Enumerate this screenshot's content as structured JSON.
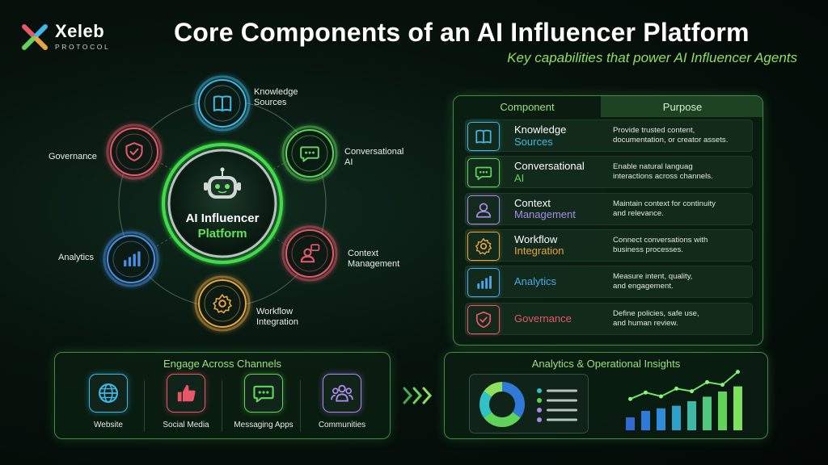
{
  "logo": {
    "name": "Xeleb",
    "sub": "PROTOCOL"
  },
  "header": {
    "title": "Core Components of an AI Influencer Platform",
    "subtitle": "Key capabilities that power AI Influencer Agents"
  },
  "hub": {
    "center_line1": "AI Influencer",
    "center_line2": "Platform",
    "nodes": [
      {
        "line1": "Knowledge",
        "line2": "Sources",
        "icon": "book-icon",
        "color": "#3fb8e8"
      },
      {
        "line1": "Conversational",
        "line2": "AI",
        "icon": "chat-icon",
        "color": "#5fd35a"
      },
      {
        "line1": "Context",
        "line2": "Management",
        "icon": "user-chat-icon",
        "color": "#e8566a"
      },
      {
        "line1": "Workflow",
        "line2": "Integration",
        "icon": "gear-icon",
        "color": "#e8a43f"
      },
      {
        "line1": "Analytics",
        "line2": "",
        "icon": "bar-chart-icon",
        "color": "#4a8ee8"
      },
      {
        "line1": "Governance",
        "line2": "",
        "icon": "shield-icon",
        "color": "#e8566a"
      }
    ]
  },
  "table": {
    "header_component": "Component",
    "header_purpose": "Purpose",
    "rows": [
      {
        "name1": "Knowledge",
        "name2": "Sources",
        "accent": "#3fb8e8",
        "purpose1": "Provide trusted content,",
        "purpose2": "documentation, or creator assets.",
        "icon": "book-icon"
      },
      {
        "name1": "Conversational",
        "name2": "AI",
        "accent": "#5fd35a",
        "purpose1": "Enable natural languag",
        "purpose2": "interactions across channels.",
        "icon": "chat-icon"
      },
      {
        "name1": "Context",
        "name2": "Management",
        "accent": "#a98ae8",
        "purpose1": "Maintain context for continuity",
        "purpose2": "and relevance.",
        "icon": "user-icon"
      },
      {
        "name1": "Workflow",
        "name2": "Integration",
        "accent": "#e8a43f",
        "purpose1": "Connect conversations with",
        "purpose2": "business processes.",
        "icon": "gear-icon"
      },
      {
        "name1": "",
        "name2": "Analytics",
        "accent": "#4aa8e8",
        "purpose1": "Measure intent, quality,",
        "purpose2": "and engagement.",
        "icon": "bar-chart-icon"
      },
      {
        "name1": "",
        "name2": "Governance",
        "accent": "#e8566a",
        "purpose1": "Define policies, safe use,",
        "purpose2": "and human review.",
        "icon": "shield-icon"
      }
    ]
  },
  "channels": {
    "title": "Engage Across Channels",
    "items": [
      {
        "label": "Website",
        "icon": "globe-icon",
        "color": "#3fb8e8"
      },
      {
        "label": "Social Media",
        "icon": "thumbs-up-icon",
        "color": "#e8566a"
      },
      {
        "label": "Messaging Apps",
        "icon": "chat-icon",
        "color": "#5fd35a"
      },
      {
        "label": "Communities",
        "icon": "people-icon",
        "color": "#a98ae8"
      }
    ]
  },
  "insights": {
    "title": "Analytics & Operational Insights",
    "donut_colors": [
      "#2f7ad8",
      "#5fd35a",
      "#2fc3c8",
      "#8ee05f"
    ],
    "bar_values": [
      2,
      3,
      3.4,
      3.8,
      4.5,
      5.2,
      6,
      6.8
    ],
    "line_values": [
      3.6,
      4.6,
      4.0,
      5.2,
      4.8,
      6.2,
      5.8,
      7.8
    ]
  }
}
